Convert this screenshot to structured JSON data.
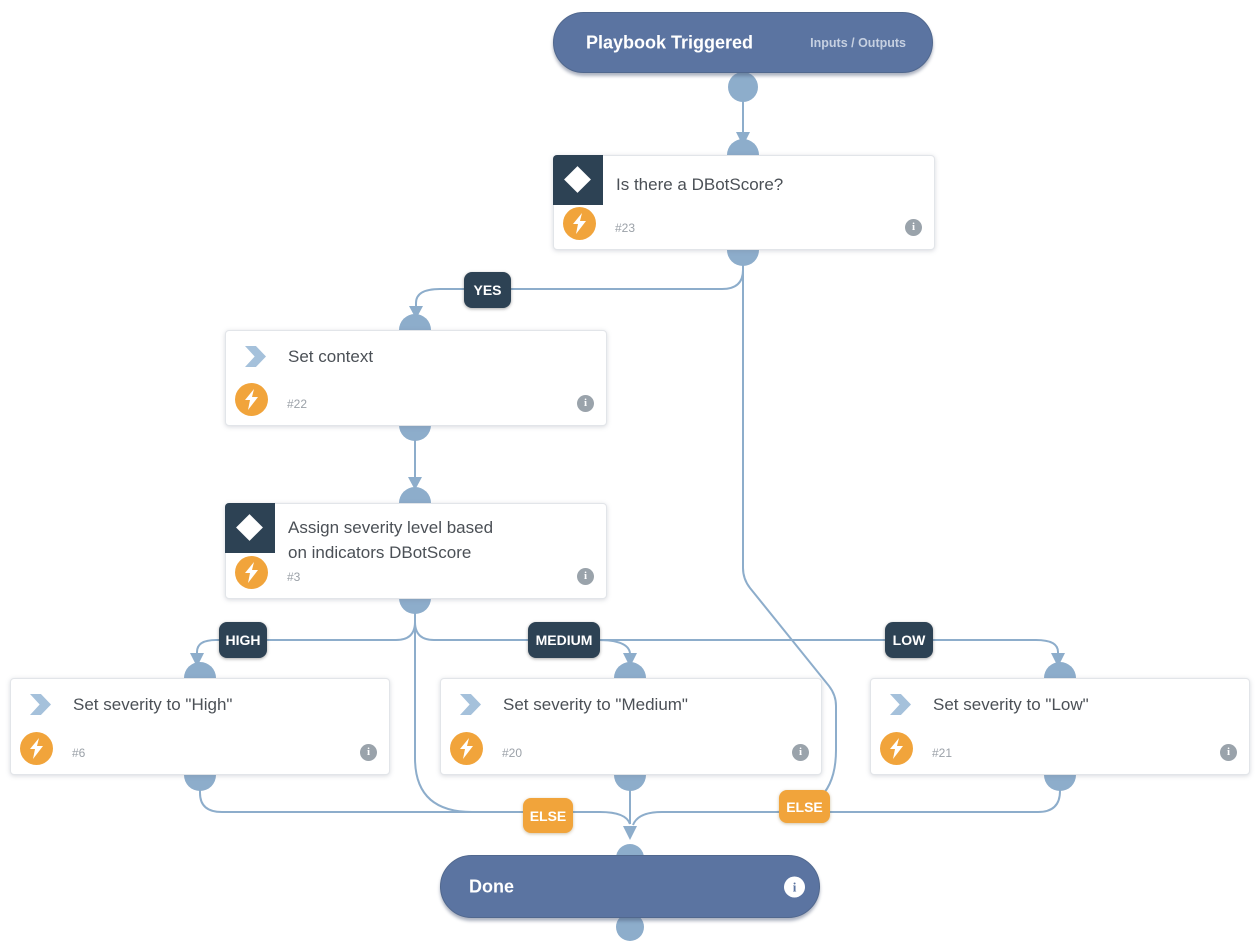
{
  "playbook": {
    "start": {
      "title": "Playbook Triggered",
      "right_action": "Inputs / Outputs"
    },
    "end": {
      "title": "Done"
    }
  },
  "tasks": {
    "dbotscore": {
      "title": "Is there a DBotScore?",
      "number": "#23",
      "type": "condition"
    },
    "set_context": {
      "title": "Set context",
      "number": "#22",
      "type": "action"
    },
    "assign_severity": {
      "title": "Assign severity level based on indicators DBotScore",
      "number": "#3",
      "type": "condition"
    },
    "set_high": {
      "title": "Set severity to \"High\"",
      "number": "#6",
      "type": "action"
    },
    "set_medium": {
      "title": "Set severity to \"Medium\"",
      "number": "#20",
      "type": "action"
    },
    "set_low": {
      "title": "Set severity to \"Low\"",
      "number": "#21",
      "type": "action"
    }
  },
  "branch_labels": {
    "yes": "YES",
    "high": "HIGH",
    "medium": "MEDIUM",
    "low": "LOW",
    "else_left": "ELSE",
    "else_right": "ELSE"
  },
  "icons": {
    "condition": "diamond-icon",
    "action": "chevron-right-icon",
    "automation": "lightning-bolt-icon",
    "details": "info-icon"
  },
  "colors": {
    "pill": "#5b74a1",
    "navy_label": "#2d4254",
    "orange": "#f1a43b",
    "wire": "#8dadcb",
    "card_title": "#4b5056"
  }
}
